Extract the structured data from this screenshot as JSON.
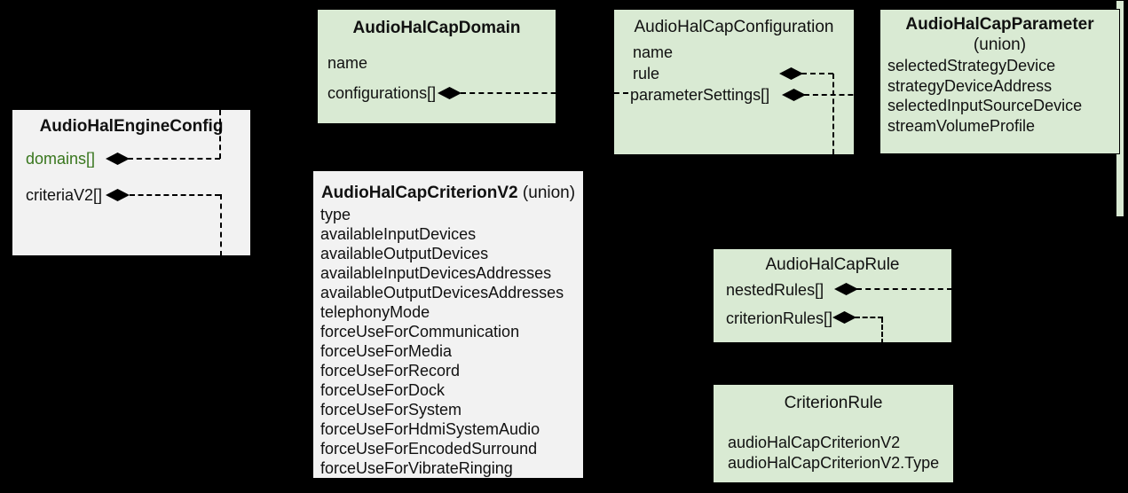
{
  "diagram": {
    "colors": {
      "background": "#000000",
      "box_green_fill": "#d9ead3",
      "box_gray_fill": "#f2f2f2",
      "border": "#000000",
      "text": "#111111",
      "domains_field_text": "#38761d"
    },
    "boxes": {
      "engine": {
        "title": "AudioHalEngineConfig",
        "fields": {
          "domains": "domains[]",
          "criteriaV2": "criteriaV2[]"
        }
      },
      "domain": {
        "title": "AudioHalCapDomain",
        "fields": {
          "name": "name",
          "configurations": "configurations[]"
        }
      },
      "configuration": {
        "title": "AudioHalCapConfiguration",
        "fields": {
          "name": "name",
          "rule": "rule",
          "parameterSettings": "parameterSettings[]"
        }
      },
      "parameter": {
        "title": "AudioHalCapParameter",
        "subtitle": "(union)",
        "fields": [
          "selectedStrategyDevice",
          "strategyDeviceAddress",
          "selectedInputSourceDevice",
          "streamVolumeProfile"
        ]
      },
      "criterionV2": {
        "title": "AudioHalCapCriterionV2",
        "subtitle": " (union)",
        "fields": [
          "type",
          "availableInputDevices",
          "availableOutputDevices",
          "availableInputDevicesAddresses",
          "availableOutputDevicesAddresses",
          "telephonyMode",
          "forceUseForCommunication",
          "forceUseForMedia",
          "forceUseForRecord",
          "forceUseForDock",
          "forceUseForSystem",
          "forceUseForHdmiSystemAudio",
          "forceUseForEncodedSurround",
          "forceUseForVibrateRinging"
        ]
      },
      "rule": {
        "title": "AudioHalCapRule",
        "fields": {
          "nestedRules": "nestedRules[]",
          "criterionRules": "criterionRules[]"
        }
      },
      "criterionRule": {
        "title": "CriterionRule",
        "fields": [
          "audioHalCapCriterionV2",
          "audioHalCapCriterionV2.Type"
        ]
      }
    }
  }
}
